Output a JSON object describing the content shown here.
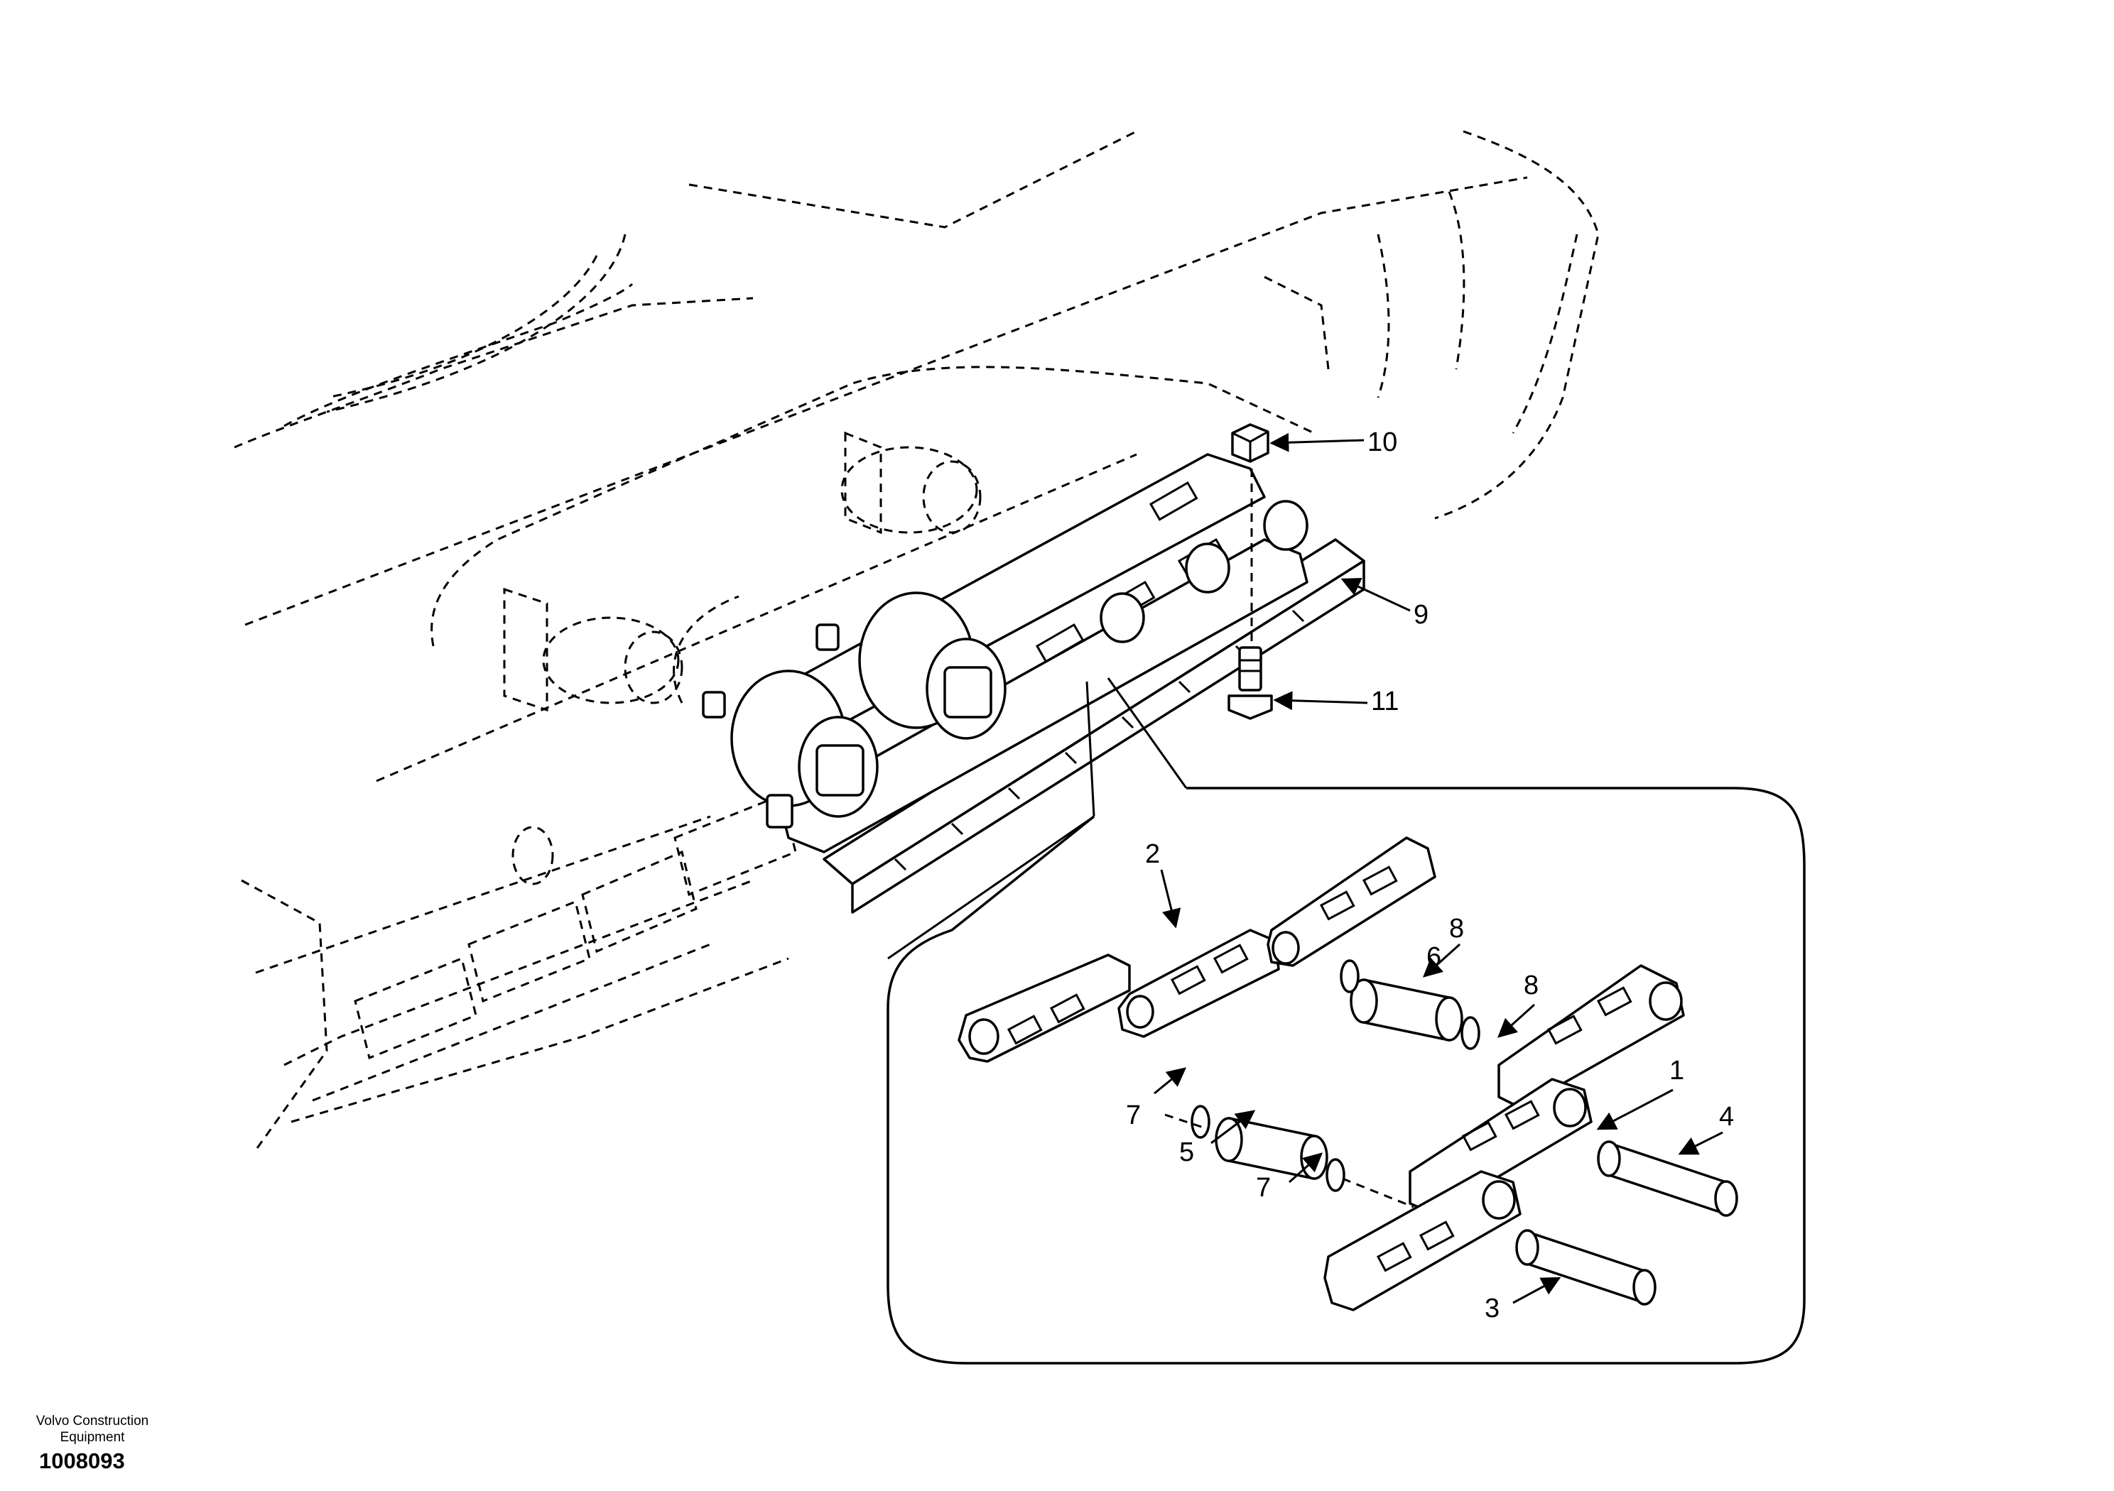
{
  "callouts": [
    {
      "id": "1",
      "label": "1"
    },
    {
      "id": "2",
      "label": "2"
    },
    {
      "id": "3",
      "label": "3"
    },
    {
      "id": "4",
      "label": "4"
    },
    {
      "id": "5",
      "label": "5"
    },
    {
      "id": "6",
      "label": "6"
    },
    {
      "id": "7a",
      "label": "7"
    },
    {
      "id": "7b",
      "label": "7"
    },
    {
      "id": "8a",
      "label": "8"
    },
    {
      "id": "8b",
      "label": "8"
    },
    {
      "id": "9",
      "label": "9"
    },
    {
      "id": "10",
      "label": "10"
    },
    {
      "id": "11",
      "label": "11"
    }
  ],
  "footer": {
    "company_line1": "Volvo Construction",
    "company_line2": "Equipment",
    "drawing_number": "1008093"
  }
}
